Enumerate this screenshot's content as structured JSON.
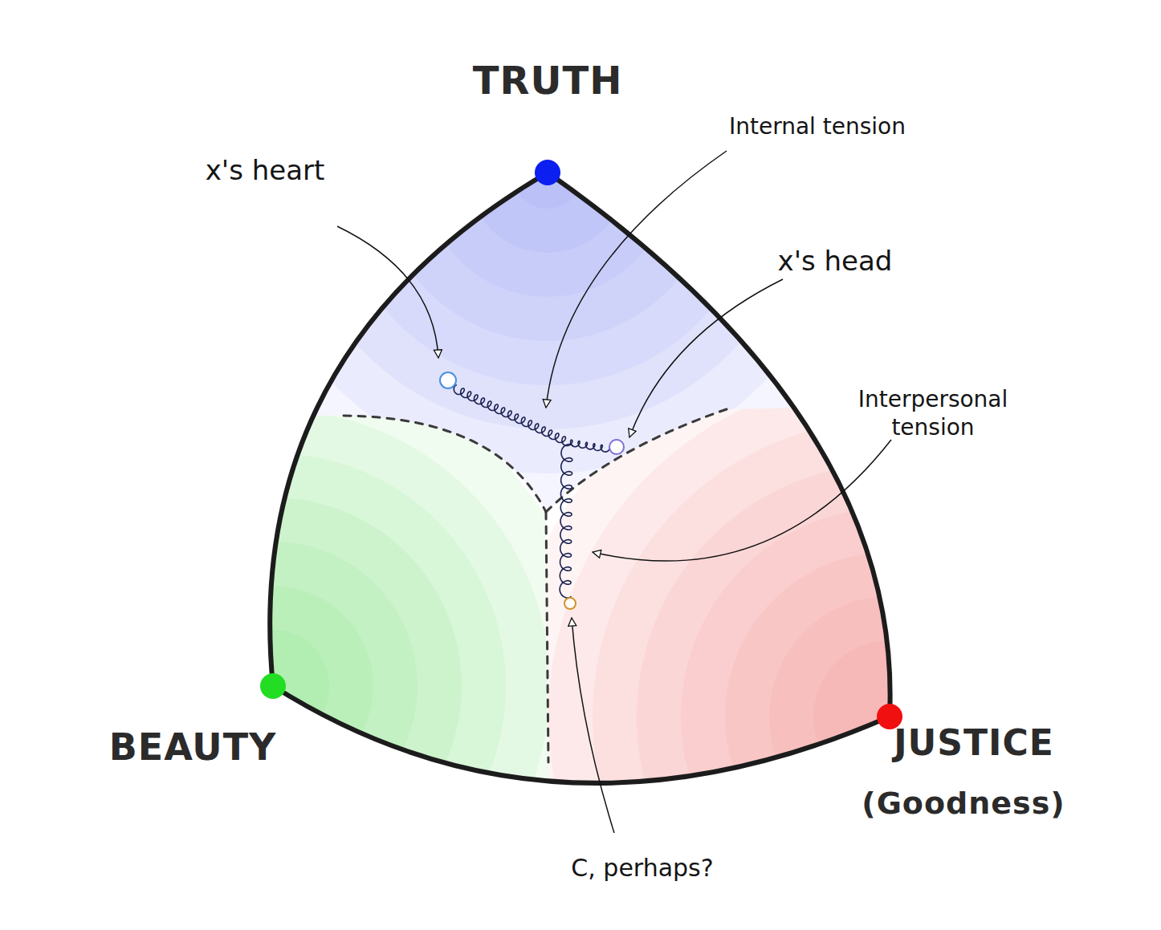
{
  "diagram": {
    "nodes": [
      {
        "text": [
          "TRUTH"
        ]
      },
      {
        "text": [
          "BEAUTY"
        ]
      },
      {
        "text": [
          "JUSTICE",
          "(Goodness)"
        ]
      }
    ],
    "labels": [
      "x's heart",
      "Internal tension",
      "x's head",
      "Interpersonal tension",
      "C, perhaps?"
    ]
  }
}
